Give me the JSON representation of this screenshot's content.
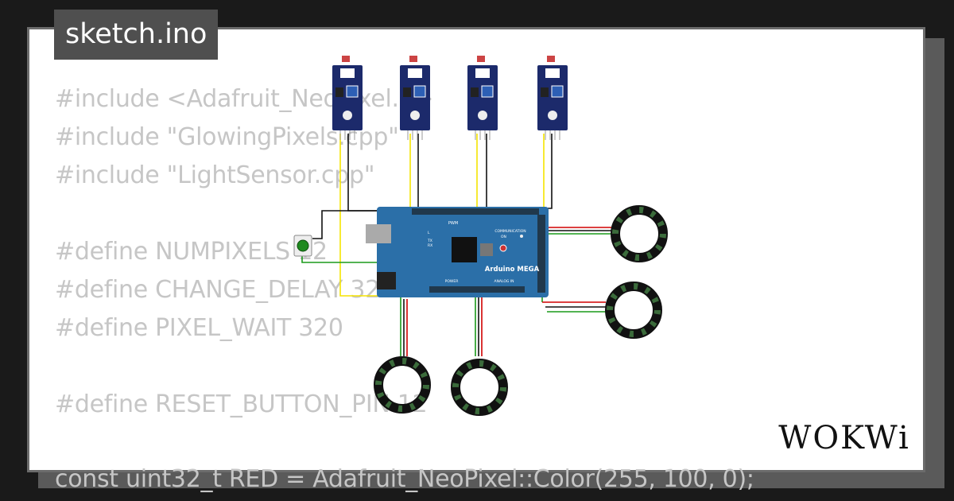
{
  "title": "sketch.ino",
  "code_lines": [
    "#include <Adafruit_NeoPixel.h>",
    "#include \"GlowingPixels.cpp\"",
    "#include \"LightSensor.cpp\"",
    "",
    "#define NUMPIXELS 12",
    "#define CHANGE_DELAY 32",
    "#define PIXEL_WAIT 320",
    "",
    "#define RESET_BUTTON_PIN 12",
    "",
    "const uint32_t RED = Adafruit_NeoPixel::Color(255, 100, 0);"
  ],
  "board": {
    "name": "Arduino MEGA",
    "labels": {
      "pwm": "PWM",
      "communication": "COMMUNICATION",
      "power": "POWER",
      "analog_in": "ANALOG IN",
      "led_l": "L",
      "led_tx": "TX",
      "led_rx": "RX",
      "on": "ON"
    }
  },
  "logo_text": "WOKWi",
  "colors": {
    "background": "#1a1a1a",
    "card": "#ffffff",
    "code_text": "#c6c6c6",
    "badge": "#4f4f4f",
    "board": "#2b6fa8",
    "sensor": "#1c2a6b",
    "wire_yellow": "#f5e400",
    "wire_green": "#1a9a1a",
    "wire_red": "#d10000",
    "wire_black": "#111111",
    "ring_led": "#3b6b3b"
  },
  "icons": {
    "button": "green-pushbutton-icon",
    "sensor": "photoresistor-module-icon",
    "ring": "neopixel-ring-icon"
  }
}
